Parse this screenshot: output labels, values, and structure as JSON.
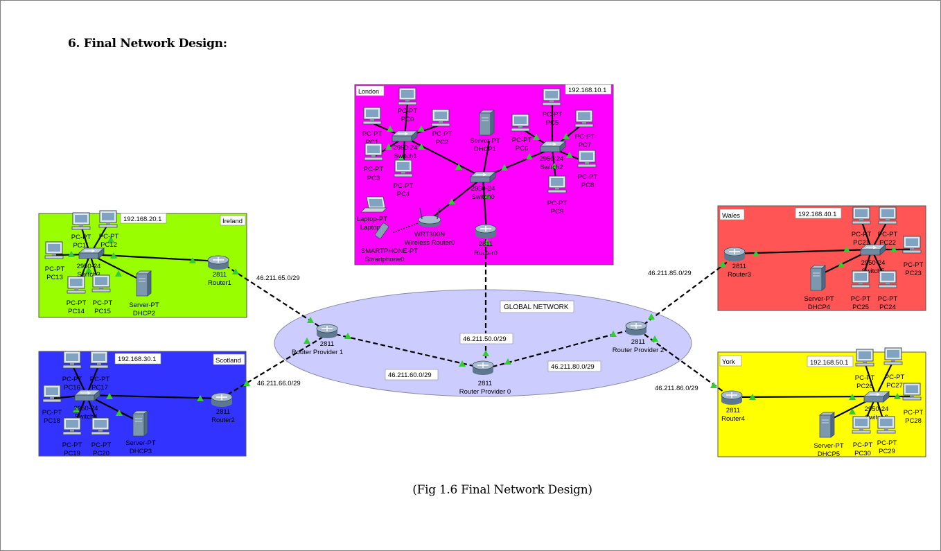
{
  "document": {
    "heading": "6. Final Network Design:",
    "caption": "(Fig 1.6 Final Network Design)"
  },
  "regions": {
    "london": {
      "name": "London",
      "subnet": "192.168.10.1",
      "color": "#ff00ff"
    },
    "ireland": {
      "name": "Ireland",
      "subnet": "192.168.20.1",
      "color": "#99ff00"
    },
    "scotland": {
      "name": "Scotland",
      "subnet": "192.168.30.1",
      "color": "#3333ff"
    },
    "wales": {
      "name": "Wales",
      "subnet": "192.168.40.1",
      "color": "#ff5555"
    },
    "york": {
      "name": "York",
      "subnet": "192.168.50.1",
      "color": "#ffff00"
    }
  },
  "global_network": {
    "label": "GLOBAL NETWORK",
    "color": "#ccccff"
  },
  "wan_links": {
    "rp1_rp0": "46.211.60.0/29",
    "rp0_london": "46.211.50.0/29",
    "rp0_rp2": "46.211.80.0/29",
    "router1_rp1": "46.211.65.0/29",
    "router2_rp1": "46.211.66.0/29",
    "router3_rp2": "46.211.85.0/29",
    "router4_rp2": "46.211.86.0/29"
  },
  "devices": {
    "rp0": {
      "model": "2811",
      "name": "Router Provider 0"
    },
    "rp1": {
      "model": "2811",
      "name": "Router Provider 1"
    },
    "rp2": {
      "model": "2811",
      "name": "Router Provider 2"
    },
    "router0": {
      "model": "2811",
      "name": "Router0"
    },
    "router1": {
      "model": "2811",
      "name": "Router1"
    },
    "router2": {
      "model": "2811",
      "name": "Router2"
    },
    "router3": {
      "model": "2811",
      "name": "Router3"
    },
    "router4": {
      "model": "2811",
      "name": "Router4"
    },
    "switch0": {
      "model": "2950-24",
      "name": "Switch0"
    },
    "switch1": {
      "model": "2950-24",
      "name": "Switch1"
    },
    "switch2": {
      "model": "2950-24",
      "name": "Switch2"
    },
    "switch3": {
      "model": "2950-24",
      "name": "Switch3"
    },
    "switch4": {
      "model": "2950-24",
      "name": "Switch4"
    },
    "switch5": {
      "model": "2950-24",
      "name": "Switch5"
    },
    "switch6": {
      "model": "2950-24",
      "name": "Switch6"
    },
    "dhcp1": {
      "model": "Server-PT",
      "name": "DHCP1"
    },
    "dhcp2": {
      "model": "Server-PT",
      "name": "DHCP2"
    },
    "dhcp3": {
      "model": "Server-PT",
      "name": "DHCP3"
    },
    "dhcp4": {
      "model": "Server-PT",
      "name": "DHCP4"
    },
    "dhcp5": {
      "model": "Server-PT",
      "name": "DHCP5"
    },
    "wrouter": {
      "model": "WRT300N",
      "name": "Wireless Router0"
    },
    "laptop": {
      "model": "Laptop-PT",
      "name": "Laptop0"
    },
    "phone": {
      "model": "SMARTPHONE-PT",
      "name": "Smartphone0"
    },
    "pc_model": "PC-PT",
    "pcs": {
      "pc0": "PC0",
      "pc1": "PC1",
      "pc2": "PC2",
      "pc3": "PC3",
      "pc4": "PC4",
      "pc5": "PC5",
      "pc6": "PC6",
      "pc7": "PC7",
      "pc8": "PC8",
      "pc9": "PC9",
      "pc11": "PC11",
      "pc12": "PC12",
      "pc13": "PC13",
      "pc14": "PC14",
      "pc15": "PC15",
      "pc16": "PC16",
      "pc17": "PC17",
      "pc18": "PC18",
      "pc19": "PC19",
      "pc20": "PC20",
      "pc21": "PC21",
      "pc22": "PC22",
      "pc23": "PC23",
      "pc24": "PC24",
      "pc25": "PC25",
      "pc26": "PC26",
      "pc27": "PC27",
      "pc28": "PC28",
      "pc29": "PC29",
      "pc30": "PC30"
    }
  }
}
